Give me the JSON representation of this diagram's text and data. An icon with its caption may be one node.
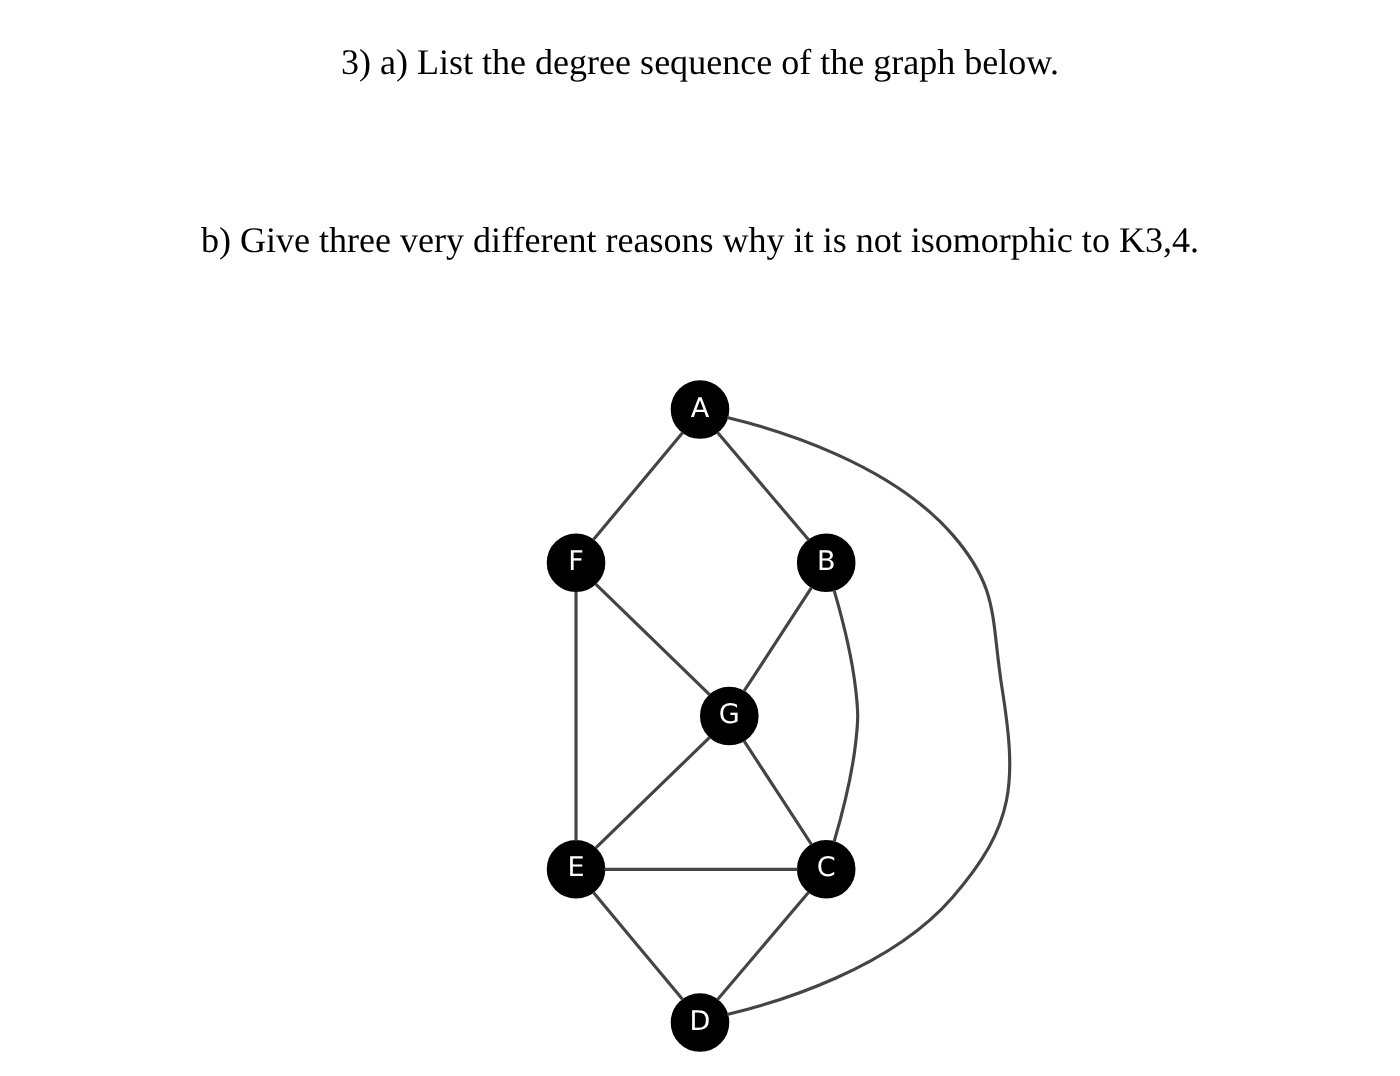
{
  "diagram": {
    "nodes": [
      {
        "text": [
          "A"
        ]
      },
      {
        "text": [
          "F"
        ]
      },
      {
        "text": [
          "B"
        ]
      },
      {
        "text": [
          "G"
        ]
      },
      {
        "text": [
          "E"
        ]
      },
      {
        "text": [
          "C"
        ]
      },
      {
        "text": [
          "D"
        ]
      }
    ],
    "edges": [
      {
        "from": 0,
        "to": 1,
        "arrow": "none"
      },
      {
        "from": 0,
        "to": 2,
        "arrow": "none"
      },
      {
        "from": 0,
        "to": 6,
        "arrow": "none"
      },
      {
        "from": 1,
        "to": 3,
        "arrow": "none"
      },
      {
        "from": 1,
        "to": 4,
        "arrow": "none"
      },
      {
        "from": 2,
        "to": 3,
        "arrow": "none"
      },
      {
        "from": 2,
        "to": 5,
        "arrow": "none"
      },
      {
        "from": 3,
        "to": 4,
        "arrow": "none"
      },
      {
        "from": 3,
        "to": 5,
        "arrow": "none"
      },
      {
        "from": 4,
        "to": 5,
        "arrow": "none"
      },
      {
        "from": 4,
        "to": 6,
        "arrow": "none"
      },
      {
        "from": 6,
        "to": 5,
        "arrow": "none"
      }
    ],
    "labels": [
      "3) a) List the degree sequence of the graph below.",
      "b) Give three very different reasons why it is not isomorphic to K3,4."
    ]
  }
}
